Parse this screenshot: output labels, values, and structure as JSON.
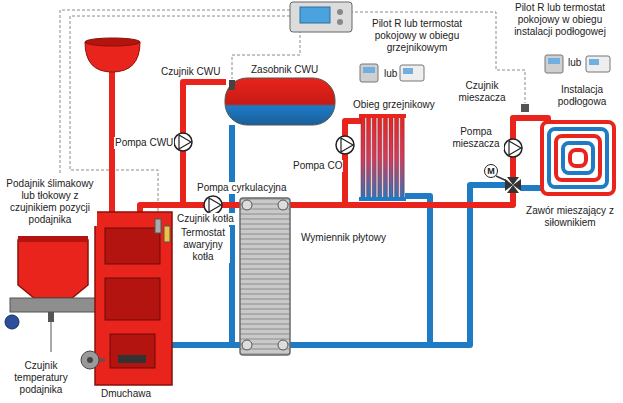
{
  "diagram": {
    "nodes": [
      {
        "text": [
          "M"
        ]
      }
    ],
    "labels": [
      "Pilot R lub termostat pokojowy w obiegu grzejnikowym",
      "Pilot R lub termostat pokojowy w obiegu instalacji podłogowej",
      "Czujnik CWU",
      "Zasobnik CWU",
      "lub",
      "Obieg grzejnikowy",
      "Czujnik mieszacza",
      "lub",
      "Instalacja podłogowa",
      "Pompa mieszacza",
      "Pompa CWU",
      "Pompa CO",
      "Zawór mieszający z siłownikiem",
      "Pompa cyrkulacyjna",
      "Podajnik ślimakowy lub tłokowy z czujnikiem pozycji podajnika",
      "Czujnik kotła",
      "Termostat awaryjny kotła",
      "Wymiennik płytowy",
      "Dmuchawa",
      "Czujnik temperatury podajnika"
    ]
  }
}
